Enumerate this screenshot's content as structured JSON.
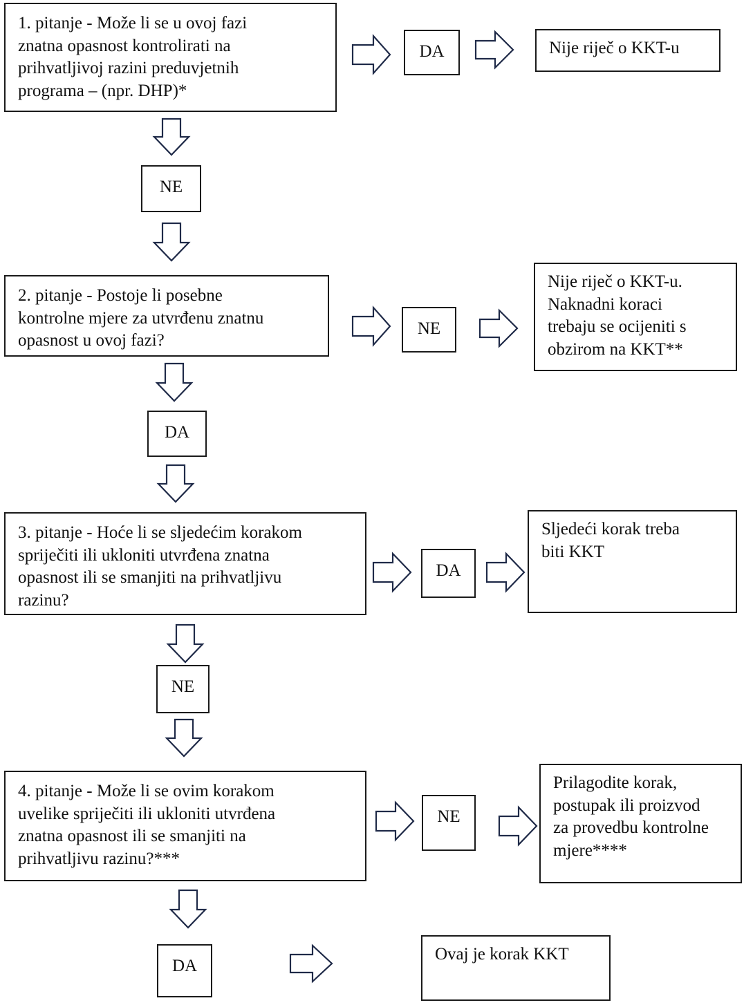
{
  "questions": {
    "q1": "1. pitanje - Može li se u ovoj fazi\nznatna opasnost kontrolirati na\nprihvatljivoj razini preduvjetnih\nprograma – (npr. DHP)*",
    "q2": "2. pitanje - Postoje li posebne\nkontrolne mjere za utvrđenu znatnu\nopasnost u ovoj fazi?",
    "q3": "3. pitanje - Hoće li se sljedećim korakom\nspriječiti ili ukloniti utvrđena znatna\nopasnost ili se smanjiti na prihvatljivu\nrazinu?",
    "q4": "4. pitanje - Može li se ovim korakom\nuvelike spriječiti ili ukloniti utvrđena\nznatna opasnost ili se smanjiti na\nprihvatljivu razinu?***"
  },
  "answers": {
    "q1_yes": "DA",
    "q1_no": "NE",
    "q2_no": "NE",
    "q2_yes": "DA",
    "q3_yes": "DA",
    "q3_no": "NE",
    "q4_no": "NE",
    "q4_yes": "DA"
  },
  "results": {
    "r1": "Nije riječ o KKT-u",
    "r2": "Nije riječ o KKT-u.\nNaknadni koraci\ntrebaju se ocijeniti s\nobzirom na KKT**",
    "r3": "Sljedeći korak treba\nbiti KKT",
    "r4": "Prilagodite korak,\npostupak ili proizvod\nza provedbu kontrolne\nmjere****",
    "r5": "Ovaj je korak KKT"
  },
  "colors": {
    "box_border": "#1a1a1a",
    "arrow_stroke": "#1f2a48",
    "text": "#111111"
  }
}
